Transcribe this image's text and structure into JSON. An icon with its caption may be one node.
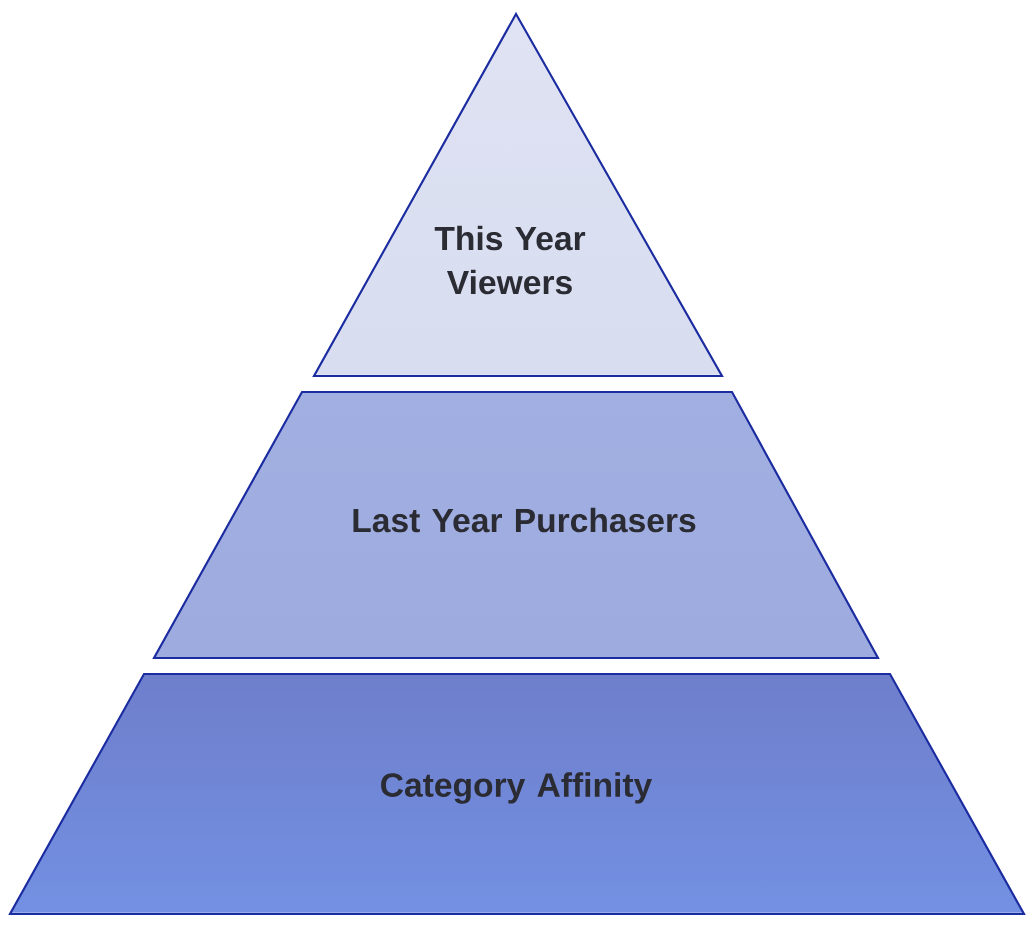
{
  "diagram": {
    "nodes": [
      {
        "text": [
          "This Year Viewers"
        ]
      },
      {
        "text": [
          "Last Year Purchasers"
        ]
      },
      {
        "text": [
          "Category Affinity"
        ]
      }
    ]
  }
}
